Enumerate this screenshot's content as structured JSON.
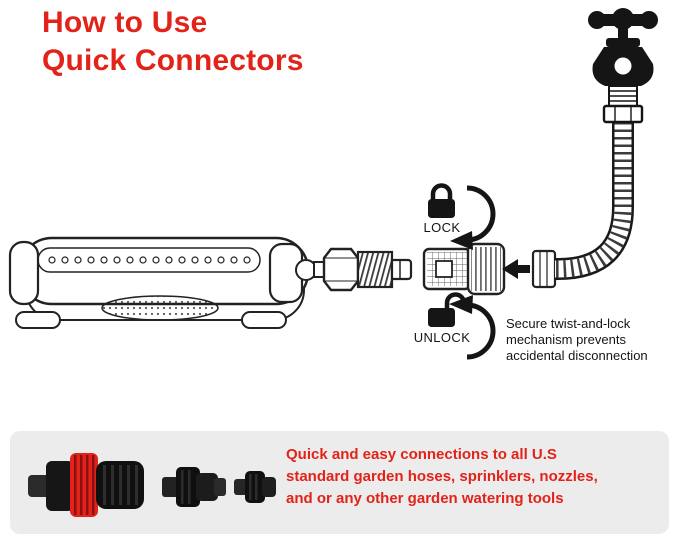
{
  "title": {
    "line1": "How to Use",
    "line2": "Quick Connectors"
  },
  "diagram": {
    "lock_label": "LOCK",
    "unlock_label": "UNLOCK",
    "note": {
      "line1": "Secure twist-and-lock",
      "line2": "mechanism prevents",
      "line3": "accidental disconnection"
    },
    "icons": {
      "lock": "closed-padlock",
      "unlock": "open-padlock",
      "rotate_lock": "clockwise-curved-arrow",
      "rotate_unlock": "counterclockwise-curved-arrow",
      "assembly": "left-solid-arrow"
    }
  },
  "banner": {
    "text": {
      "line1": "Quick and easy connections to all U.S",
      "line2": "standard garden hoses, sprinklers, nozzles,",
      "line3": "and or any other garden watering tools"
    }
  },
  "colors": {
    "accent_red": "#e2231a",
    "banner_bg": "#ececec",
    "ink": "#151515"
  }
}
